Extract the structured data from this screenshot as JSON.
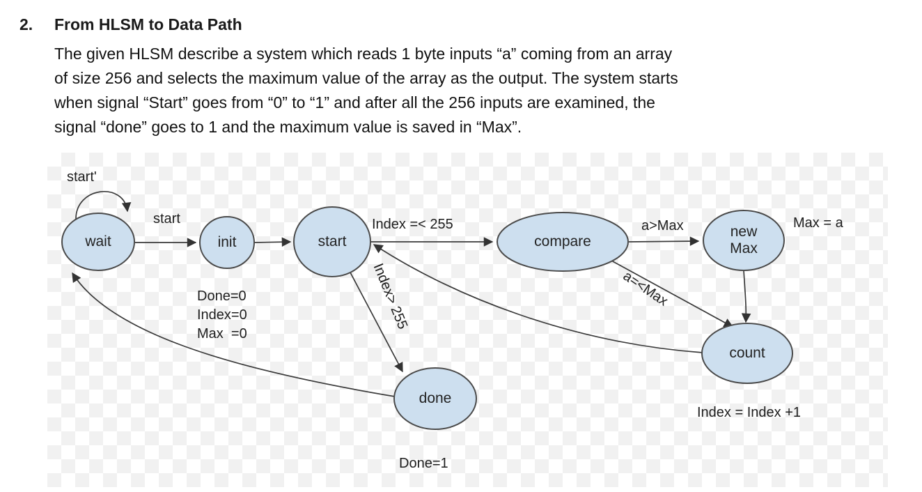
{
  "document": {
    "number": "2.",
    "heading": "From HLSM to Data Path",
    "body": "The given HLSM describe a system which reads 1 byte inputs “a” coming from an array\nof size 256 and selects the maximum value of the array as the output. The system starts\nwhen signal “Start” goes from “0” to “1” and after all the 256 inputs are examined, the\nsignal “done” goes to 1 and the maximum value is saved in “Max”."
  },
  "diagram": {
    "type": "state-machine",
    "colors": {
      "state_fill": "#cddfef",
      "state_border": "#4a4a4a",
      "edge": "#3a3a3a",
      "checker_light": "#f1f1f1",
      "checker_white": "#ffffff"
    },
    "states": [
      {
        "id": "wait",
        "label": "wait"
      },
      {
        "id": "init",
        "label": "init"
      },
      {
        "id": "start",
        "label": "start"
      },
      {
        "id": "compare",
        "label": "compare"
      },
      {
        "id": "newmax",
        "label": "new\nMax"
      },
      {
        "id": "count",
        "label": "count"
      },
      {
        "id": "done",
        "label": "done"
      }
    ],
    "transitions": [
      {
        "from": "wait",
        "to": "wait",
        "label": "start'"
      },
      {
        "from": "wait",
        "to": "init",
        "label": "start"
      },
      {
        "from": "init",
        "to": "start",
        "label": ""
      },
      {
        "from": "start",
        "to": "compare",
        "label": "Index =< 255"
      },
      {
        "from": "start",
        "to": "done",
        "label": "Index> 255"
      },
      {
        "from": "compare",
        "to": "newmax",
        "label": "a>Max"
      },
      {
        "from": "compare",
        "to": "count",
        "label": "a=<Max"
      },
      {
        "from": "newmax",
        "to": "count",
        "label": ""
      },
      {
        "from": "count",
        "to": "start",
        "label": ""
      },
      {
        "from": "done",
        "to": "wait",
        "label": ""
      }
    ],
    "actions": [
      {
        "state": "init",
        "label": "Done=0\nIndex=0\nMax  =0"
      },
      {
        "state": "newmax",
        "label": "Max = a"
      },
      {
        "state": "count",
        "label": "Index = Index +1"
      },
      {
        "state": "done",
        "label": "Done=1"
      }
    ]
  }
}
